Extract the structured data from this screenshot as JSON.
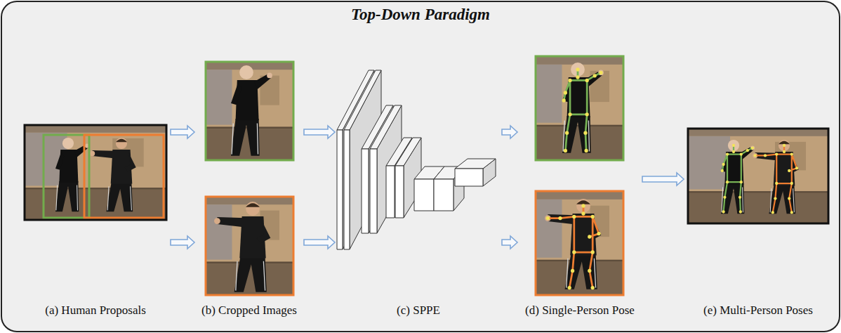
{
  "diagram": {
    "title": "Top-Down Paradigm",
    "nodes": [
      {
        "text": [
          "(a) Human Proposals"
        ]
      },
      {
        "text": [
          "(b) Cropped Images"
        ]
      },
      {
        "text": [
          "(c) SPPE"
        ]
      },
      {
        "text": [
          "(d) Single-Person Pose"
        ]
      },
      {
        "text": [
          "(e) Multi-Person Poses"
        ]
      }
    ],
    "edges": [
      {
        "from": 0,
        "to": 1,
        "arrow": "to"
      },
      {
        "from": 0,
        "to": 1,
        "arrow": "to"
      },
      {
        "from": 1,
        "to": 2,
        "arrow": "to"
      },
      {
        "from": 1,
        "to": 2,
        "arrow": "to"
      },
      {
        "from": 2,
        "to": 3,
        "arrow": "to"
      },
      {
        "from": 2,
        "to": 3,
        "arrow": "to"
      },
      {
        "from": 3,
        "to": 4,
        "arrow": "to"
      }
    ]
  }
}
